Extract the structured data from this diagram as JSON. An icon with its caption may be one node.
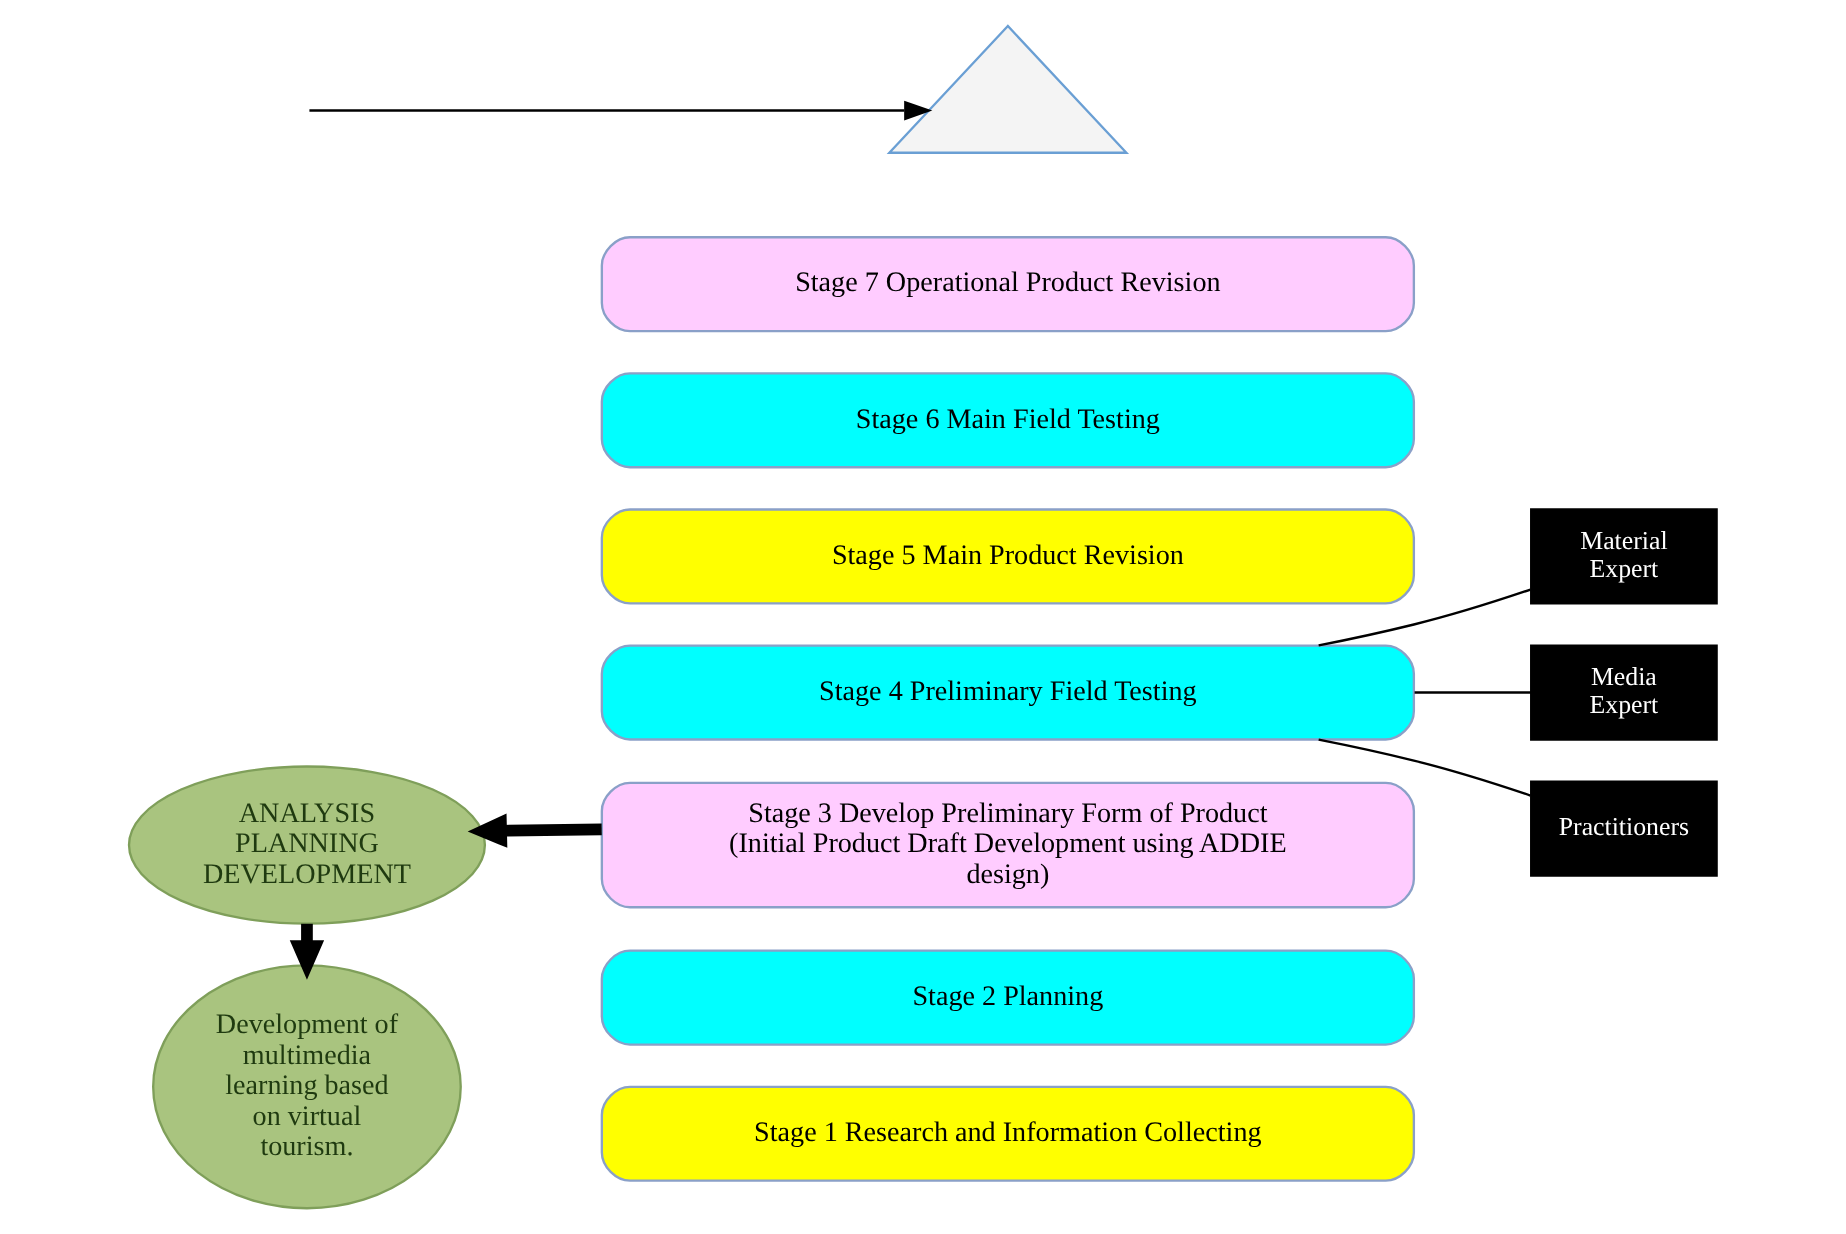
{
  "diagram": {
    "nodes": [
      {
        "text": [],
        "shape": "triangle"
      },
      {
        "text": [
          "Stage 7 Operational Product Revision"
        ]
      },
      {
        "text": [
          "Stage 6 Main Field Testing"
        ]
      },
      {
        "text": [
          "Stage 5 Main Product Revision"
        ]
      },
      {
        "text": [
          "Stage 4 Preliminary Field Testing"
        ]
      },
      {
        "text": [
          "Stage 3 Develop Preliminary Form of Product (Initial Product Draft Development using ADDIE design)"
        ]
      },
      {
        "text": [
          "Stage 2 Planning"
        ]
      },
      {
        "text": [
          "Stage 1 Research and Information Collecting"
        ]
      },
      {
        "text": [
          "Material Expert"
        ]
      },
      {
        "text": [
          "Media Expert"
        ]
      },
      {
        "text": [
          "Practitioners"
        ]
      },
      {
        "text": [
          "ANALYSIS PLANNING DEVELOPMENT"
        ]
      },
      {
        "text": [
          "Development of multimedia learning based on virtual tourism."
        ]
      }
    ],
    "edges": [
      {
        "from": null,
        "to": 0,
        "arrow": "to"
      },
      {
        "from": 4,
        "to": 8,
        "arrow": "none"
      },
      {
        "from": 4,
        "to": 9,
        "arrow": "none"
      },
      {
        "from": 4,
        "to": 10,
        "arrow": "none"
      },
      {
        "from": 5,
        "to": 11,
        "arrow": "to",
        "style": "thick"
      },
      {
        "from": 11,
        "to": 12,
        "arrow": "to",
        "style": "thick"
      }
    ]
  }
}
